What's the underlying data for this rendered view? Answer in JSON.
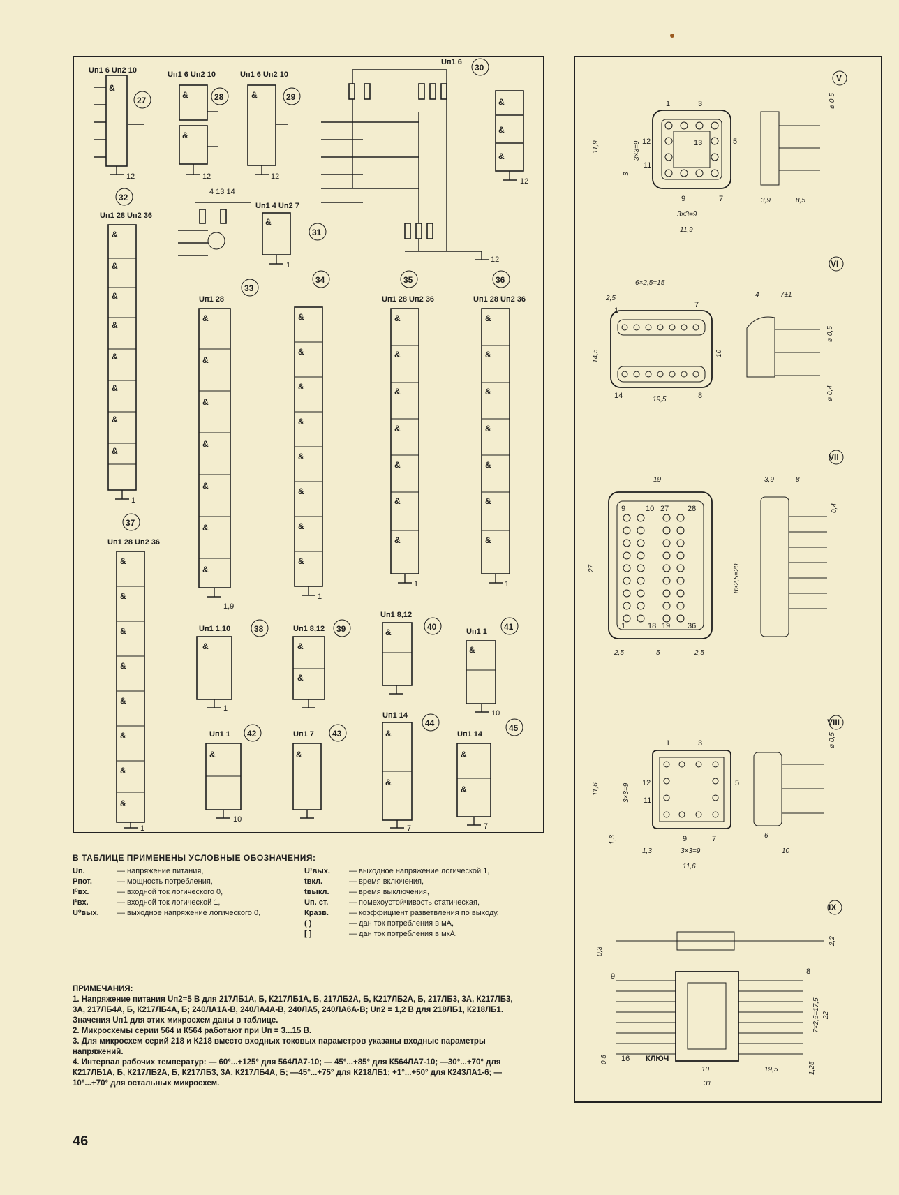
{
  "page_number": "46",
  "diagrams": {
    "n27": "27",
    "n28": "28",
    "n29": "29",
    "n30": "30",
    "n31": "31",
    "n32": "32",
    "n33": "33",
    "n34": "34",
    "n35": "35",
    "n36": "36",
    "n37": "37",
    "n38": "38",
    "n39": "39",
    "n40": "40",
    "n41": "41",
    "n42": "42",
    "n43": "43",
    "n44": "44",
    "n45": "45",
    "gate_and": "&",
    "supply_6_10": "Uп1 6  Uп2 10",
    "supply_6": "Uп1 6",
    "supply_4_7": "Uп1 4  Uп2 7",
    "supply_28_36": "Uп1 28  Uп2 36",
    "supply_28": "Uп1 28",
    "supply_1_10": "Uп1 1,10",
    "supply_8_12": "Uп1 8,12",
    "supply_1": "Uп1 1",
    "supply_7": "Uп1 7",
    "supply_14": "Uп1 14",
    "gnd_12": "12",
    "gnd_1": "1",
    "gnd_7": "7",
    "gnd_10": "10",
    "gnd_1_9": "1,9",
    "pins_14_13_3": "4 13 14"
  },
  "packages": {
    "v": "V",
    "vi": "VI",
    "vii": "VII",
    "viii": "VIII",
    "ix": "IX",
    "v_dims": {
      "a": "11,9",
      "b": "3×3=9",
      "c": "3",
      "d": "3×3=9",
      "e": "11,9",
      "f": "3,9",
      "g": "8,5",
      "h": "ø 0,5",
      "p1": "1",
      "p3": "3",
      "p5": "5",
      "p9": "9",
      "p11": "11",
      "p12": "12",
      "p13": "13",
      "p7": "7"
    },
    "vi_dims": {
      "a": "6×2,5=15",
      "b": "2,5",
      "c": "14,5",
      "d": "19,5",
      "e": "10",
      "f": "4",
      "g": "7±1",
      "h": "ø 0,5",
      "i": "ø 0,4",
      "p1": "1",
      "p7": "7",
      "p8": "8",
      "p14": "14"
    },
    "vii_dims": {
      "a": "19",
      "b": "27",
      "c": "8×2,5=20",
      "d": "2,5",
      "e": "5",
      "f": "2,5",
      "g": "3,9",
      "h": "8",
      "i": "0,4",
      "p1": "1",
      "p9": "9",
      "p10": "10",
      "p18": "18",
      "p19": "19",
      "p27": "27",
      "p28": "28",
      "p36": "36"
    },
    "viii_dims": {
      "a": "11,6",
      "b": "3×3=9",
      "c": "1,3",
      "d": "1,3",
      "e": "3×3=9",
      "f": "11,6",
      "g": "6",
      "h": "10",
      "i": "ø 0,5",
      "p1": "1",
      "p3": "3",
      "p5": "5",
      "p9": "9",
      "p11": "11",
      "p12": "12",
      "p7": "7"
    },
    "ix_dims": {
      "a": "0,3",
      "b": "2,2",
      "c": "7×2,5=17,5",
      "d": "22",
      "e": "0,5",
      "f": "1,25",
      "g": "10",
      "h": "19,5",
      "i": "31",
      "p9": "9",
      "p8": "8",
      "p16": "16",
      "key": "КЛЮЧ"
    }
  },
  "legend": {
    "title": "В ТАБЛИЦЕ ПРИМЕНЕНЫ УСЛОВНЫЕ ОБОЗНАЧЕНИЯ:",
    "left": [
      {
        "sym": "Uп.",
        "text": "— напряжение питания,"
      },
      {
        "sym": "Pпот.",
        "text": "— мощность потребления,"
      },
      {
        "sym": "I⁰вх.",
        "text": "— входной ток логического 0,"
      },
      {
        "sym": "I¹вх.",
        "text": "— входной ток логической 1,"
      },
      {
        "sym": "U⁰вых.",
        "text": "— выходное напряжение логического 0,"
      }
    ],
    "right": [
      {
        "sym": "U¹вых.",
        "text": "— выходное напряжение логической 1,"
      },
      {
        "sym": "tвкл.",
        "text": "— время включения,"
      },
      {
        "sym": "tвыкл.",
        "text": "— время выключения,"
      },
      {
        "sym": "Uп. ст.",
        "text": "— помехоустойчивость статическая,"
      },
      {
        "sym": "Кразв.",
        "text": "— коэффициент разветвления по выходу,"
      },
      {
        "sym": "( )",
        "text": "— дан ток потребления в мА,"
      },
      {
        "sym": "[ ]",
        "text": "— дан ток потребления в мкА."
      }
    ]
  },
  "notes": {
    "title": "ПРИМЕЧАНИЯ:",
    "n1": "1. Напряжение питания Uп2=5 В для 217ЛБ1А, Б, К217ЛБ1А, Б, 217ЛБ2А, Б, К217ЛБ2А, Б, 217ЛБ3, 3А, К217ЛБ3, 3А, 217ЛБ4А, Б, К217ЛБ4А, Б; 240ЛА1А-В, 240ЛА4А-В, 240ЛА5, 240ЛА6А-В; Uп2 = 1,2 В для 218ЛБ1, К218ЛБ1. Значения Uп1 для этих микросхем даны в таблице.",
    "n2": "2. Микросхемы серии 564 и К564 работают при Uп = 3...15 В.",
    "n3": "3. Для микросхем серий 218 и К218 вместо входных токовых параметров указаны входные параметры напряжений.",
    "n4": "4. Интервал рабочих температур: — 60°...+125° для 564ЛА7-10; — 45°...+85° для К564ЛА7-10; —30°...+70° для К217ЛБ1А, Б, К217ЛБ2А, Б, К217ЛБ3, 3А, К217ЛБ4А, Б; —45°...+75° для К218ЛБ1; +1°...+50° для К243ЛА1-6; —10°...+70° для остальных микросхем."
  }
}
